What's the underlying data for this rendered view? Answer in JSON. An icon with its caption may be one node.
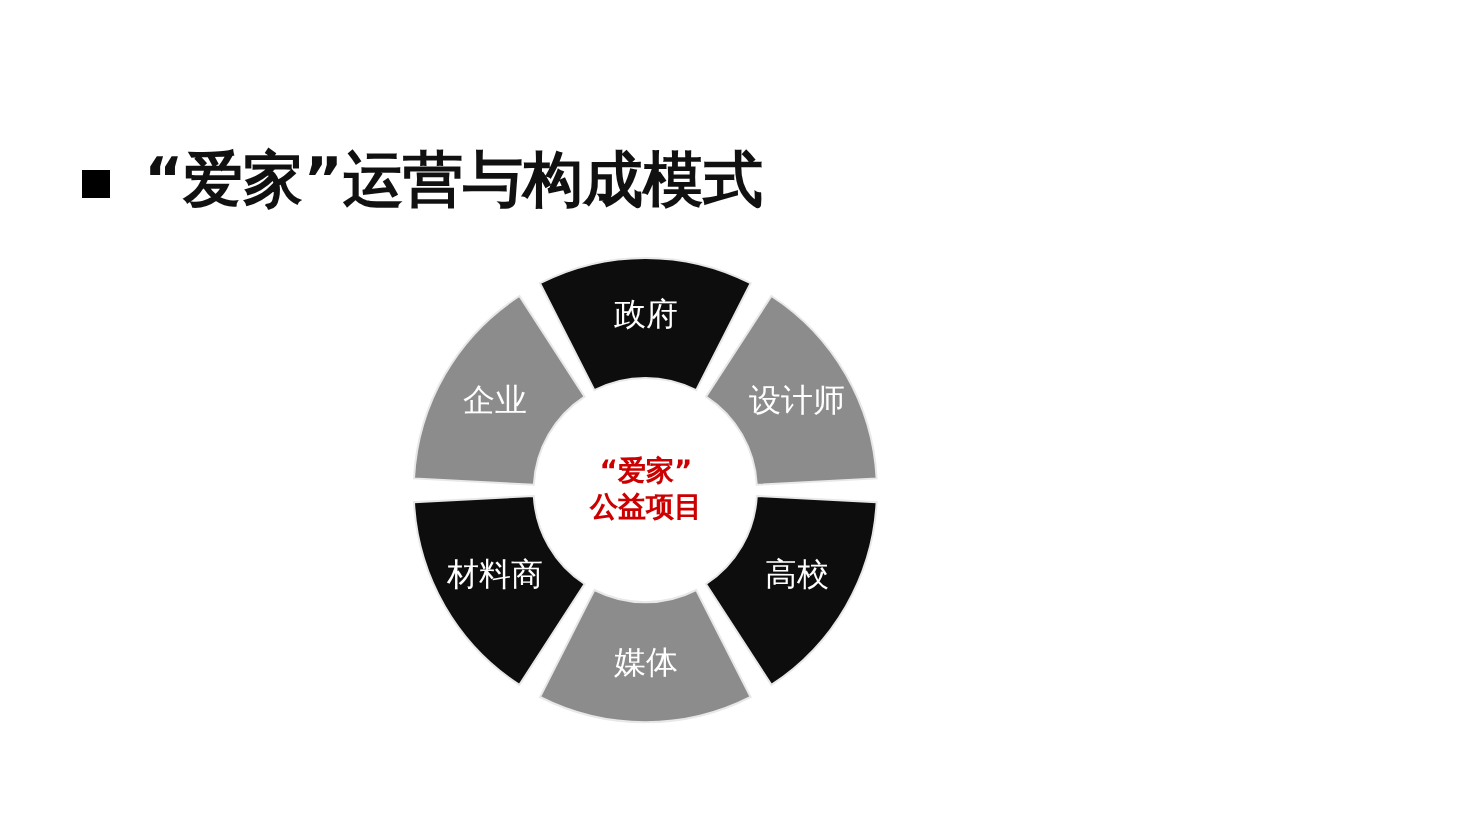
{
  "diagram": {
    "title": "“爱家”运营与构成模式",
    "nodes": [
      {
        "text": [
          "“爱家”",
          "公益项目"
        ]
      },
      {
        "text": [
          "政府"
        ]
      },
      {
        "text": [
          "设计师"
        ]
      },
      {
        "text": [
          "高校"
        ]
      },
      {
        "text": [
          "媒体"
        ]
      },
      {
        "text": [
          "材料商"
        ]
      },
      {
        "text": [
          "企业"
        ]
      }
    ]
  }
}
